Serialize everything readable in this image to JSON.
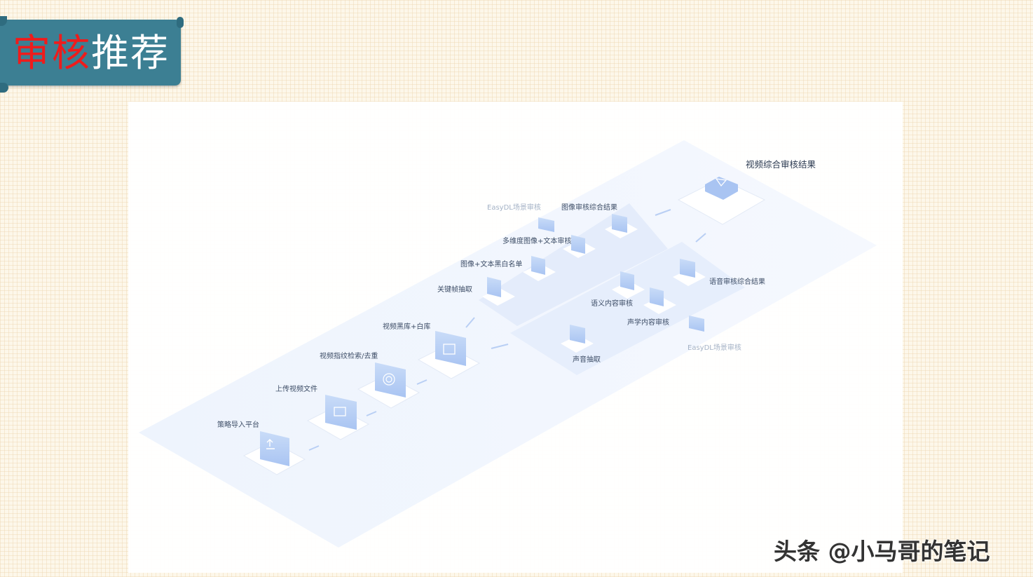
{
  "title": {
    "part1": "审核",
    "part2": "推荐"
  },
  "diagram": {
    "result": "视频综合审核结果",
    "main_flow": [
      "策略导入平台",
      "上传视频文件",
      "视频指纹检索/去重",
      "视频黑库+白库"
    ],
    "image_branch": {
      "easydl": "EasyDL场景审核",
      "summary": "图像审核综合结果",
      "multi": "多维度图像+文本审核",
      "list": "图像+文本黑白名单",
      "frames": "关键帧抽取"
    },
    "audio_branch": {
      "summary": "语音审核综合结果",
      "semantic": "语义内容审核",
      "acoustic": "声学内容审核",
      "easydl": "EasyDL场景审核",
      "extract": "声音抽取"
    }
  },
  "watermark": "头条 @小马哥的笔记",
  "colors": {
    "banner": "#3c7f93",
    "accent_red": "#ee1c1c",
    "icon_blue": "#a9c4f2"
  }
}
